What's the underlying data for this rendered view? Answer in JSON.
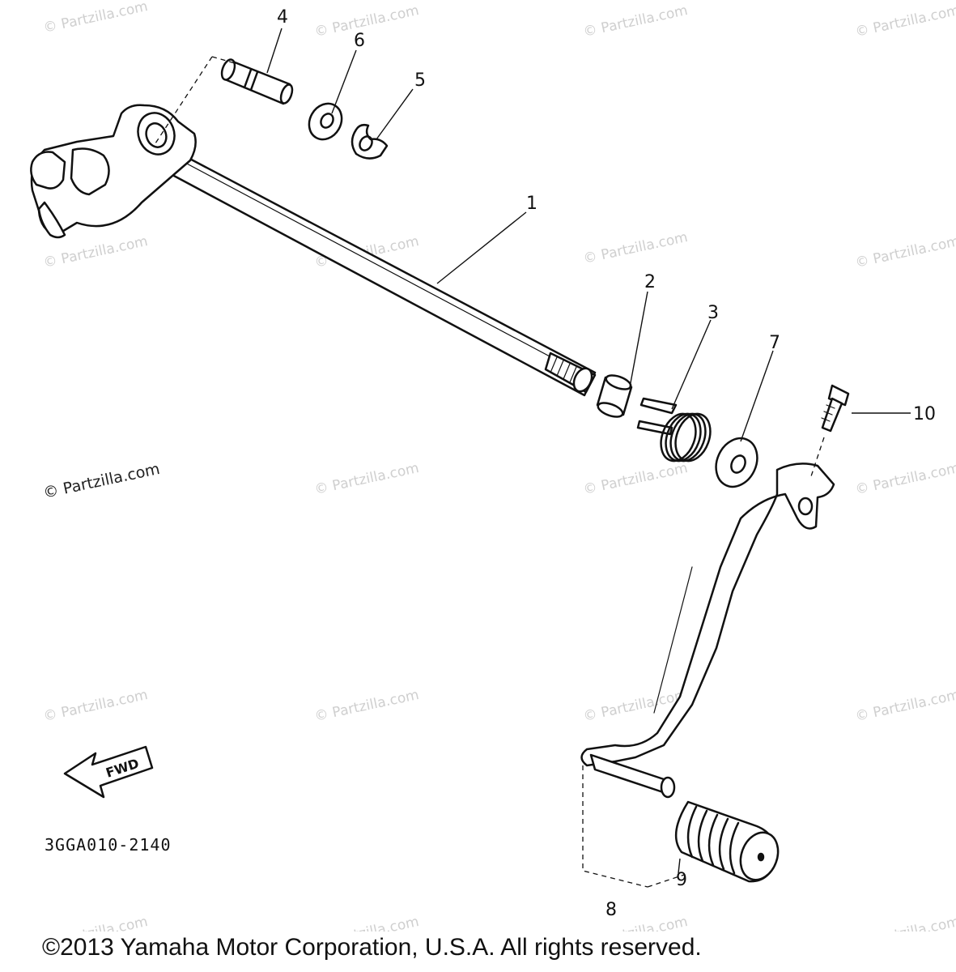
{
  "diagram": {
    "callouts": [
      "1",
      "2",
      "3",
      "4",
      "5",
      "6",
      "7",
      "8",
      "9",
      "10"
    ],
    "fwd_label": "FWD",
    "part_code": "3GGA010-2140"
  },
  "watermark": {
    "text": "© Partzilla.com"
  },
  "footer": {
    "copyright": "©2013 Yamaha Motor Corporation, U.S.A. All rights reserved."
  }
}
